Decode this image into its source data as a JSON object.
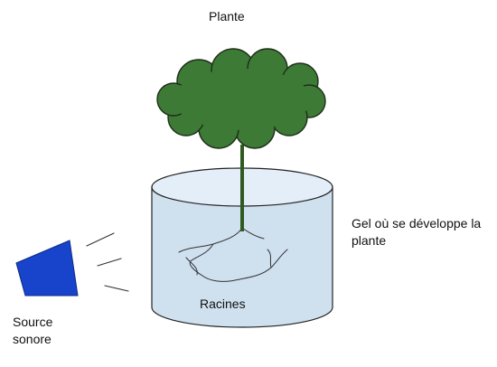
{
  "labels": {
    "plant": "Plante",
    "gel": [
      "Gel où se développe la",
      "plante"
    ],
    "roots": "Racines",
    "sound_source": [
      "Source",
      "sonore"
    ]
  },
  "colors": {
    "container_fill": "#cfe0ef",
    "container_top_fill": "#e3eef8",
    "container_stroke": "#222222",
    "foliage_fill": "#3d7a35",
    "foliage_stroke": "#1e2e1a",
    "stem": "#2f5a22",
    "roots": "#333333",
    "speaker_fill": "#1844cc",
    "speaker_stroke": "#0d2a80",
    "sound_lines": "#333333"
  }
}
